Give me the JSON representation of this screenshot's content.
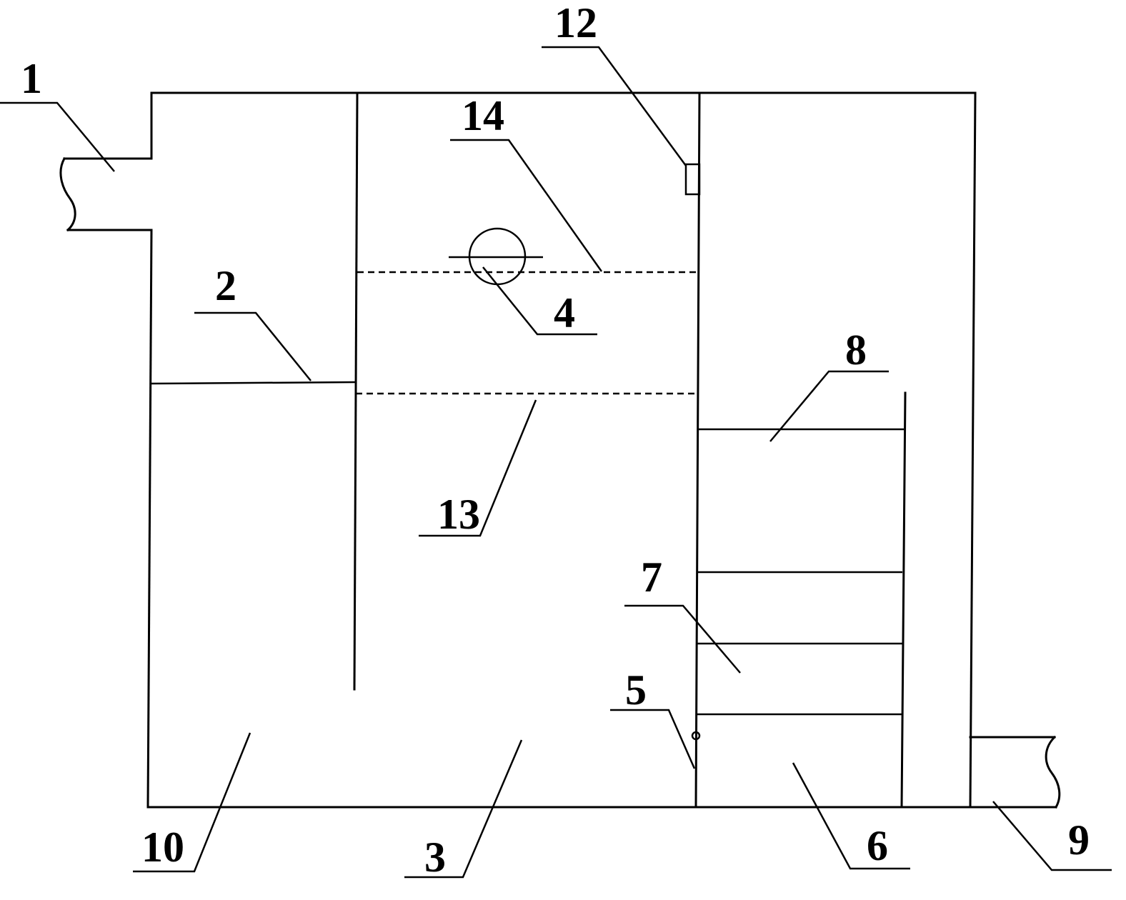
{
  "labels": {
    "l1": "1",
    "l2": "2",
    "l3": "3",
    "l4": "4",
    "l5": "5",
    "l6": "6",
    "l7": "7",
    "l8": "8",
    "l9": "9",
    "l10": "10",
    "l12": "12",
    "l13": "13",
    "l14": "14"
  }
}
